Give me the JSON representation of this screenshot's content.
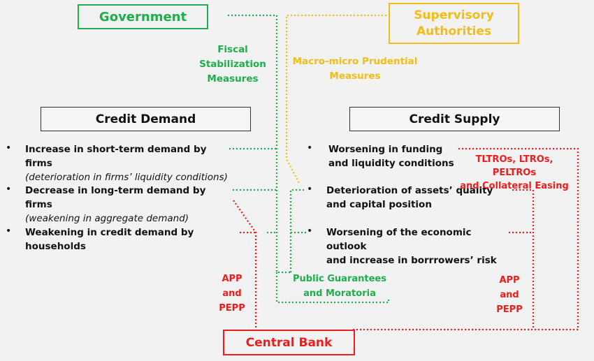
{
  "government": "Government",
  "supervisory": [
    "Supervisory",
    "Authorities"
  ],
  "fiscal": [
    "Fiscal",
    "Stabilization",
    "Measures"
  ],
  "macro": [
    "Macro-micro Prudential",
    "Measures"
  ],
  "credit_demand": {
    "title": "Credit Demand",
    "items": [
      {
        "bold": "Increase in short-term demand  by firms",
        "italic": "deterioration in firms’ liquidity conditions"
      },
      {
        "bold": "Decrease in long-term demand by firms",
        "italic": "weakening in aggregate demand"
      },
      {
        "bold": "Weakening in credit demand by households"
      }
    ]
  },
  "credit_supply": {
    "title": "Credit Supply",
    "items": [
      [
        "Worsening in funding",
        "and liquidity conditions"
      ],
      [
        "Deterioration of assets’ quality",
        "and capital position"
      ],
      [
        "Worsening of the economic outlook",
        "and increase in borrrowers’ risk"
      ]
    ]
  },
  "tltros": [
    "TLTROs, LTROs, PELTROs",
    "and Collateral Easing"
  ],
  "public_guarantees": [
    "Public Guarantees",
    "and Moratoria"
  ],
  "app_left": [
    "APP",
    "and",
    "PEPP"
  ],
  "app_right": [
    "APP",
    "and",
    "PEPP"
  ],
  "central_bank": "Central Bank",
  "bullet": "•",
  "colors": {
    "green": "#1fae4b",
    "yellow": "#f2bd17",
    "red": "#ee1c1c",
    "box_border": "#333333"
  }
}
